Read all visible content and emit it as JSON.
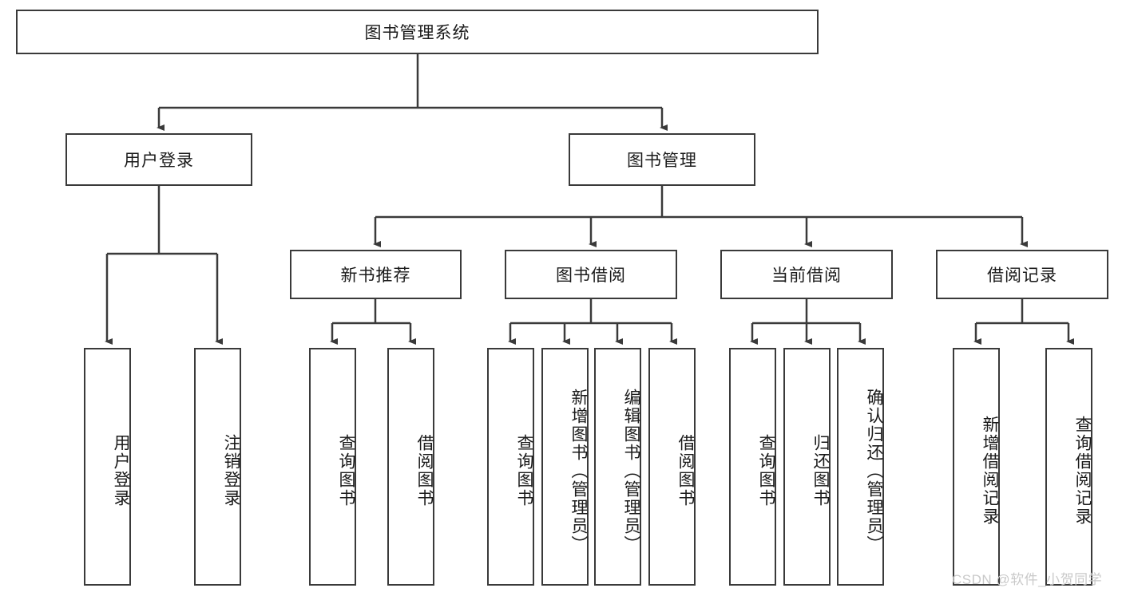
{
  "diagram": {
    "title": "图书管理系统",
    "root": {
      "id": "root",
      "label": "图书管理系统"
    },
    "level2": [
      {
        "id": "user-login",
        "label": "用户登录"
      },
      {
        "id": "book-manage",
        "label": "图书管理"
      }
    ],
    "level3": [
      {
        "id": "new-book-recommend",
        "label": "新书推荐"
      },
      {
        "id": "book-borrow",
        "label": "图书借阅"
      },
      {
        "id": "current-borrow",
        "label": "当前借阅"
      },
      {
        "id": "borrow-record",
        "label": "借阅记录"
      }
    ],
    "leaves": [
      {
        "id": "leaf-user-login",
        "label": "用户登录",
        "parent": "user-login"
      },
      {
        "id": "leaf-user-logout",
        "label": "注销登录",
        "parent": "user-login"
      },
      {
        "id": "leaf-query-book-1",
        "label": "查询图书",
        "parent": "new-book-recommend"
      },
      {
        "id": "leaf-borrow-book-1",
        "label": "借阅图书",
        "parent": "new-book-recommend"
      },
      {
        "id": "leaf-query-book-2",
        "label": "查询图书",
        "parent": "book-borrow"
      },
      {
        "id": "leaf-add-book",
        "label": "新增图书（管理员）",
        "parent": "book-borrow"
      },
      {
        "id": "leaf-edit-book",
        "label": "编辑图书（管理员）",
        "parent": "book-borrow"
      },
      {
        "id": "leaf-borrow-book-2",
        "label": "借阅图书",
        "parent": "book-borrow"
      },
      {
        "id": "leaf-query-book-3",
        "label": "查询图书",
        "parent": "current-borrow"
      },
      {
        "id": "leaf-return-book",
        "label": "归还图书",
        "parent": "current-borrow"
      },
      {
        "id": "leaf-confirm-return",
        "label": "确认归还（管理员）",
        "parent": "current-borrow"
      },
      {
        "id": "leaf-add-record",
        "label": "新增借阅记录",
        "parent": "borrow-record"
      },
      {
        "id": "leaf-query-record",
        "label": "查询借阅记录",
        "parent": "borrow-record"
      }
    ],
    "watermark": "CSDN @软件_小贺同学",
    "colors": {
      "stroke": "#3a3a3a",
      "background": "#ffffff",
      "text": "#1a1a1a",
      "watermark": "#c9c9c9"
    }
  }
}
